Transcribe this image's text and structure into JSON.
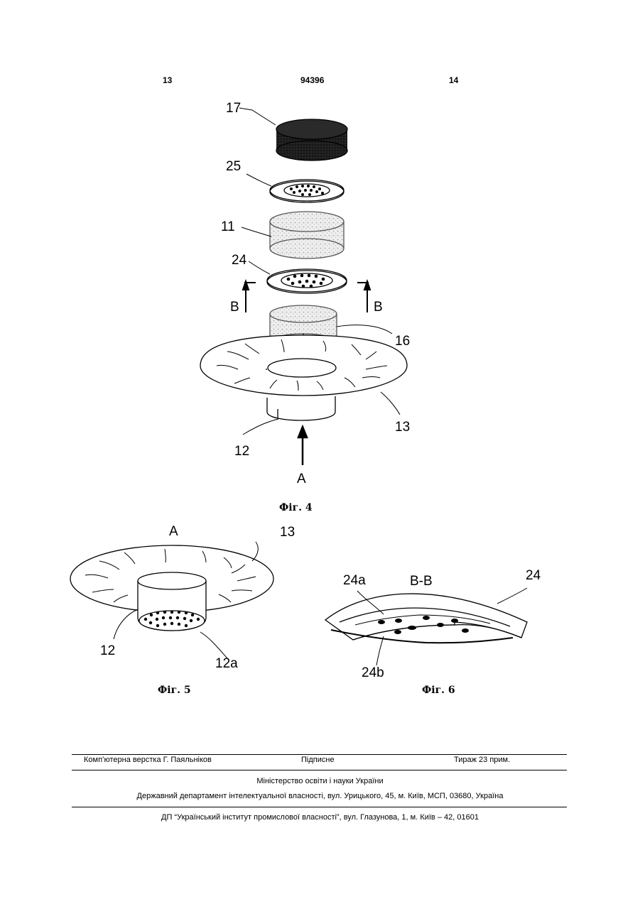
{
  "header": {
    "left_page": "13",
    "patent_number": "94396",
    "right_page": "14"
  },
  "fig4": {
    "caption": "Фіг. 4",
    "labels": {
      "l17": "17",
      "l25": "25",
      "l11": "11",
      "l24": "24",
      "lB_left": "B",
      "lB_right": "B",
      "l16": "16",
      "l13": "13",
      "l12": "12",
      "lA": "A"
    }
  },
  "fig5": {
    "caption": "Фіг. 5",
    "labels": {
      "lA": "A",
      "l13": "13",
      "l12": "12",
      "l12a": "12a"
    }
  },
  "fig6": {
    "caption": "Фіг. 6",
    "labels": {
      "l24a": "24a",
      "lBB": "B-B",
      "l24": "24",
      "l24b": "24b"
    }
  },
  "footer": {
    "layout": "Комп’ютерна верстка Г. Паяльніков",
    "signed": "Підписне",
    "circulation": "Тираж 23 прим.",
    "ministry": "Міністерство освіти і науки України",
    "department": "Державний департамент інтелектуальної власності, вул. Урицького, 45, м. Київ, МСП, 03680, Україна",
    "institute": "ДП “Український інститут промислової власності”, вул. Глазунова, 1, м. Київ – 42, 01601"
  }
}
